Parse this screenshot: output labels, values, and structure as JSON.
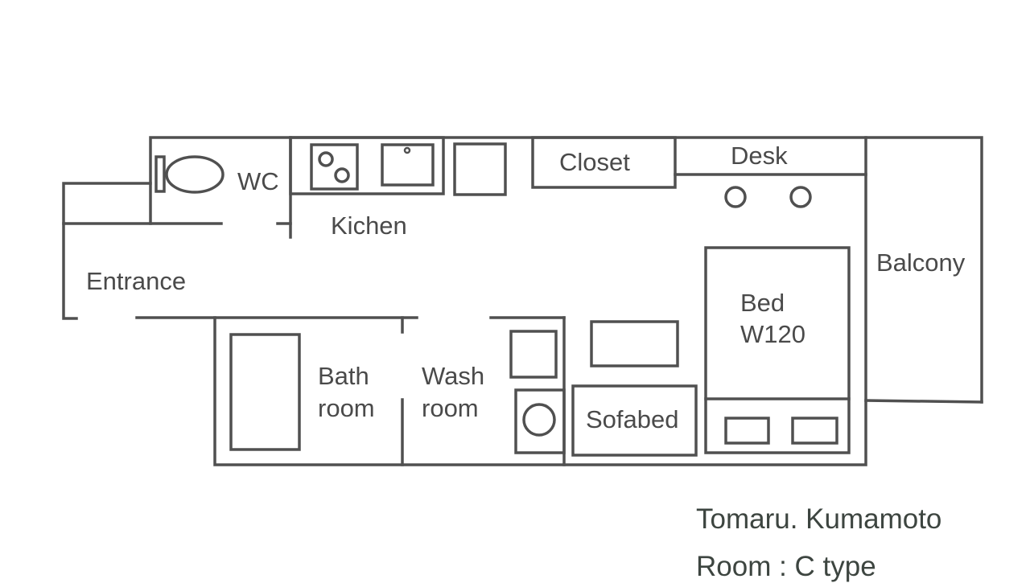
{
  "rooms": {
    "wc": "WC",
    "kitchen": "Kichen",
    "closet": "Closet",
    "desk": "Desk",
    "entrance": "Entrance",
    "balcony": "Balcony",
    "bed_line1": "Bed",
    "bed_line2": "W120",
    "bath_line1": "Bath",
    "bath_line2": "room",
    "wash_line1": "Wash",
    "wash_line2": "room",
    "sofabed": "Sofabed"
  },
  "caption": {
    "property": "Tomaru. Kumamoto",
    "room_type": "Room : C type"
  },
  "colors": {
    "line": "#505050",
    "text": "#4a4a4a"
  }
}
